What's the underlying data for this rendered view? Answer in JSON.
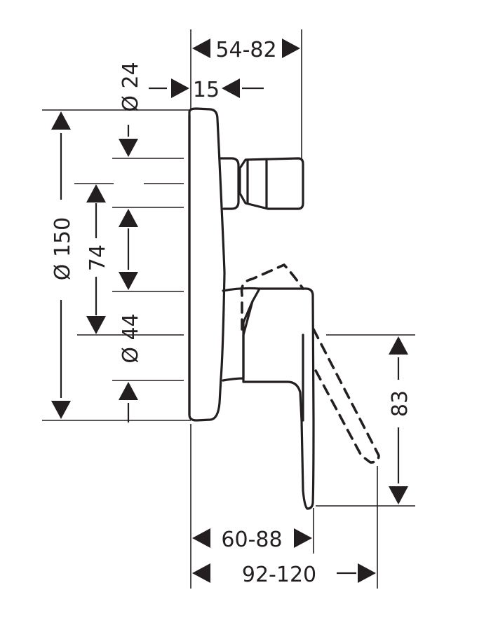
{
  "diagram": {
    "dimensions": {
      "top_width": "54-82",
      "thread_offset": "15",
      "outlet_diameter": "Ø 24",
      "plate_diameter": "Ø 150",
      "spacing": "74",
      "handle_diameter": "Ø 44",
      "lever_drop": "83",
      "lever_depth": "60-88",
      "total_depth": "92-120"
    },
    "colors": {
      "line": "#231f20",
      "background": "#ffffff"
    }
  }
}
